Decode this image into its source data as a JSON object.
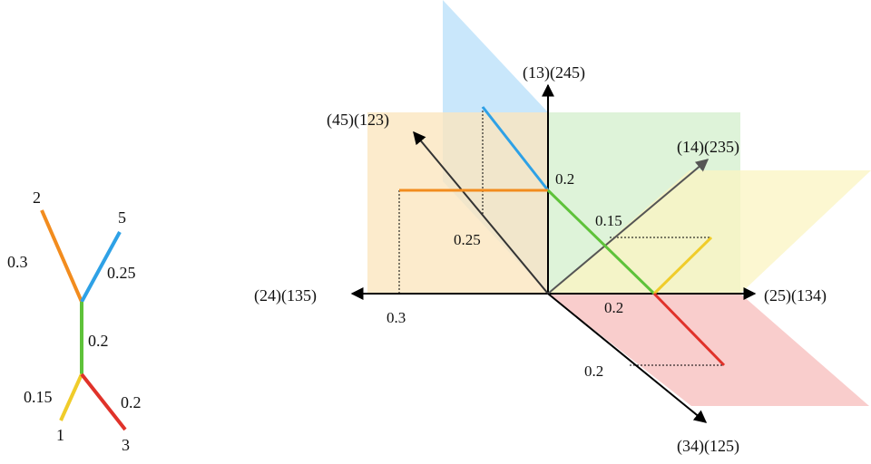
{
  "tree": {
    "leaf_labels": {
      "n1": "1",
      "n2": "2",
      "n3": "3",
      "n5": "5"
    },
    "edge_labels": {
      "e2": "0.3",
      "e5": "0.25",
      "center": "0.2",
      "e1": "0.15",
      "e3": "0.2"
    }
  },
  "axes": {
    "top": "(13)(245)",
    "upper_left": "(45)(123)",
    "upper_right": "(14)(235)",
    "left": "(24)(135)",
    "right": "(25)(134)",
    "lower_right": "(34)(125)"
  },
  "values": {
    "blue_vertical": "0.2",
    "green_diagonal": "0.15",
    "blue_diagonal": "0.25",
    "right_axis_segment": "0.2",
    "left_axis_projection": "0.3",
    "lower_right_projection": "0.2"
  },
  "colors": {
    "orange": "#f28c1e",
    "blue": "#2ea1e6",
    "green": "#5ec23a",
    "yellow": "#f0cc2a",
    "red": "#e0322a",
    "plane_blue": "#bfe3fa",
    "plane_orange": "#fbe6bf",
    "plane_green": "#d6f0cf",
    "plane_yellow": "#fbf4c2",
    "plane_red": "#f8c8c6"
  }
}
